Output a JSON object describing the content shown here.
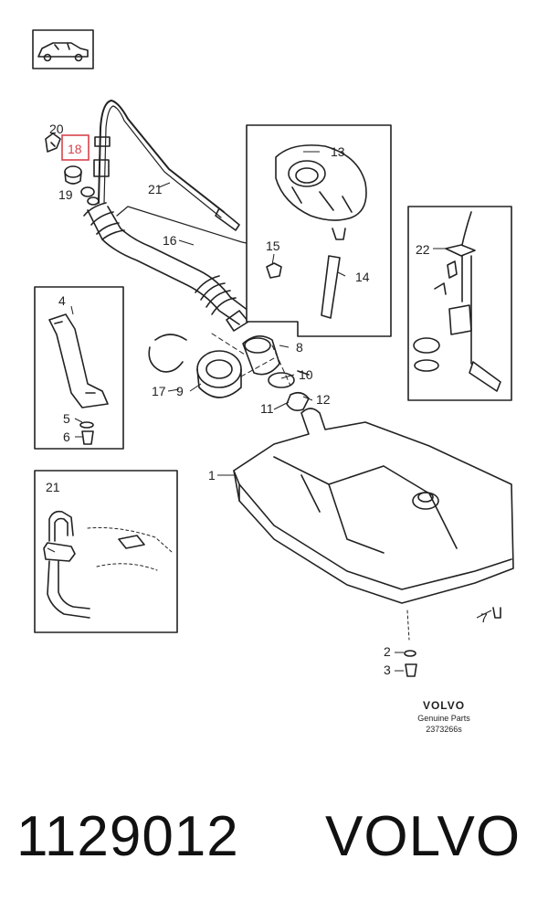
{
  "callouts": {
    "c1": "1",
    "c2": "2",
    "c3": "3",
    "c4": "4",
    "c5": "5",
    "c6": "6",
    "c7": "7",
    "c8": "8",
    "c9": "9",
    "c10": "10",
    "c11": "11",
    "c12": "12",
    "c13": "13",
    "c14": "14",
    "c15": "15",
    "c16": "16",
    "c17": "17",
    "c18": "18",
    "c19": "19",
    "c20": "20",
    "c21": "21",
    "c21b": "21",
    "c22": "22"
  },
  "logo": {
    "brand": "VOLVO",
    "line2": "Genuine Parts",
    "ref": "2373266s"
  },
  "highlight_color": "#d9434d",
  "footer": {
    "part_number": "1129012",
    "brand": "VOLVO"
  }
}
